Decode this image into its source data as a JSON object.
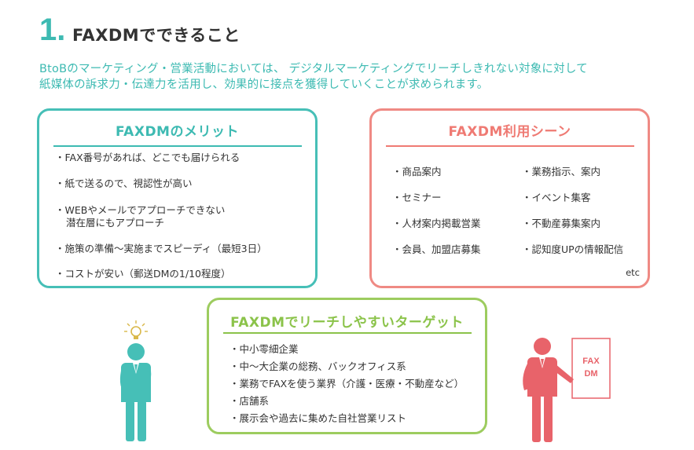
{
  "heading": {
    "number": "1.",
    "title": "FAXDMでできること"
  },
  "intro": {
    "line1": "BtoBのマーケティング・営業活動においては、 デジタルマーケティングでリーチしきれない対象に対して",
    "line2": "紙媒体の訴求力・伝達力を活用し、効果的に接点を獲得していくことが求められます。"
  },
  "merit": {
    "title": "FAXDMのメリット",
    "items": [
      {
        "line1": "・FAX番号があれば、どこでも届けられる"
      },
      {
        "line1": "・紙で送るので、視認性が高い"
      },
      {
        "line1": "・WEBやメールでアプローチできない",
        "line2": "潜在層にもアプローチ"
      },
      {
        "line1": "・施策の準備～実施までスピーディ（最短3日）"
      },
      {
        "line1": "・コストが安い（郵送DMの1/10程度）"
      }
    ]
  },
  "scene": {
    "title": "FAXDM利用シーン",
    "left": [
      "・商品案内",
      "・セミナー",
      "・人材案内掲載営業",
      "・会員、加盟店募集"
    ],
    "right": [
      "・業務指示、案内",
      "・イベント集客",
      "・不動産募集案内",
      "・認知度UPの情報配信"
    ],
    "etc": "etc"
  },
  "target": {
    "title": "FAXDMでリーチしやすいターゲット",
    "items": [
      "・中小零細企業",
      "・中～大企業の総務、バックオフィス系",
      "・業務でFAXを使う業界（介護・医療・不動産など）",
      "・店舗系",
      "・展示会や過去に集めた自社営業リスト"
    ]
  },
  "figure_right": {
    "sign_line1": "FAX",
    "sign_line2": "DM"
  },
  "colors": {
    "teal": "#3dbab2",
    "coral": "#ef7a73",
    "green": "#8bc34a",
    "pink": "#e8636a"
  },
  "icons": {
    "left_figure": "idea-person-icon",
    "bulb": "lightbulb-icon",
    "right_figure": "presenter-person-icon"
  }
}
